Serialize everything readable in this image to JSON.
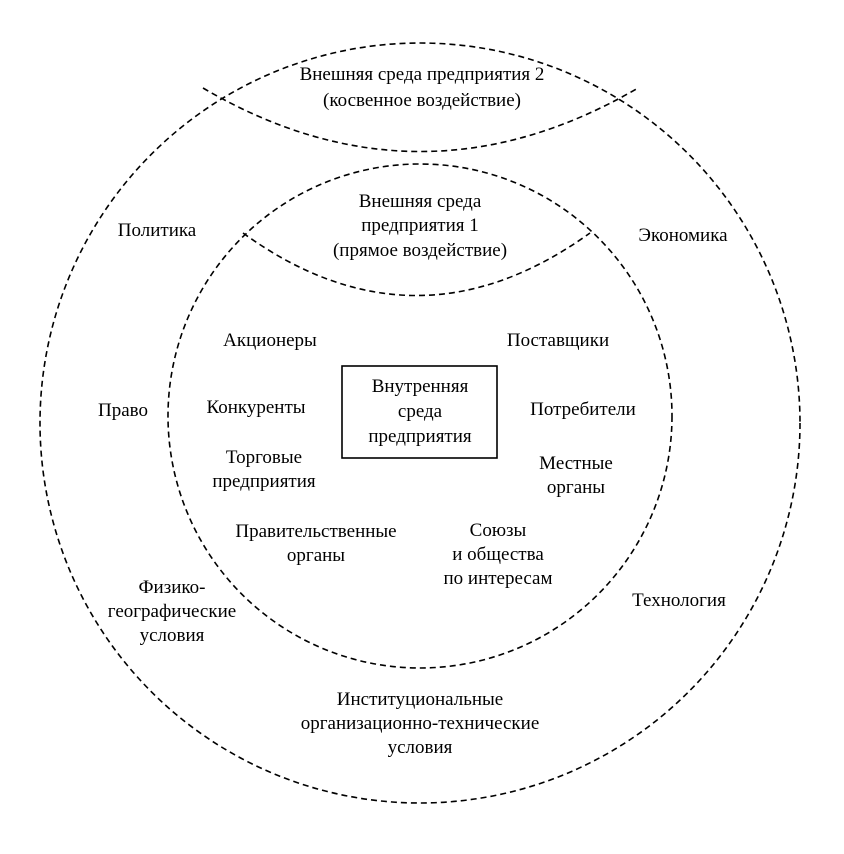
{
  "outer_environment": {
    "title_line1": "Внешняя среда предприятия 2",
    "title_line2": "(косвенное воздействие)",
    "factors": {
      "politics": "Политика",
      "economy": "Экономика",
      "law": "Право",
      "technology": "Технология",
      "physgeo_line1": "Физико-",
      "physgeo_line2": "географические",
      "physgeo_line3": "условия",
      "institutional_line1": "Институциональные",
      "institutional_line2": "организационно-технические",
      "institutional_line3": "условия"
    }
  },
  "direct_environment": {
    "title_line1": "Внешняя среда",
    "title_line2": "предприятия 1",
    "title_line3": "(прямое воздействие)",
    "factors": {
      "shareholders": "Акционеры",
      "suppliers": "Поставщики",
      "competitors": "Конкуренты",
      "consumers": "Потребители",
      "trade_line1": "Торговые",
      "trade_line2": "предприятия",
      "local_line1": "Местные",
      "local_line2": "органы",
      "gov_line1": "Правительственные",
      "gov_line2": "органы",
      "unions_line1": "Союзы",
      "unions_line2": "и общества",
      "unions_line3": "по интересам"
    }
  },
  "internal_environment": {
    "line1": "Внутренняя",
    "line2": "среда",
    "line3": "предприятия"
  }
}
